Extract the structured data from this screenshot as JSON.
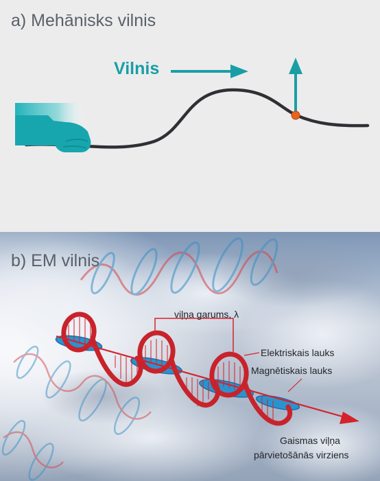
{
  "panel_a": {
    "title": "a) Mehānisks vilnis",
    "wave_label": "Vilnis",
    "colors": {
      "accent": "#1a9ea6",
      "rope": "#2f3033",
      "particle": "#e8641c",
      "hand": "#1aa9b0"
    }
  },
  "panel_b": {
    "title": "b) EM vilnis",
    "wavelength_label": "viļņa garums, λ",
    "electric_label": "Elektriskais lauks",
    "magnetic_label": "Magnētiskais lauks",
    "direction_label_line1": "Gaismas viļņa",
    "direction_label_line2": "pārvietošānās virziens",
    "colors": {
      "electric": "#c8232b",
      "magnetic": "#1e88c0",
      "axis": "#d4232b"
    }
  }
}
